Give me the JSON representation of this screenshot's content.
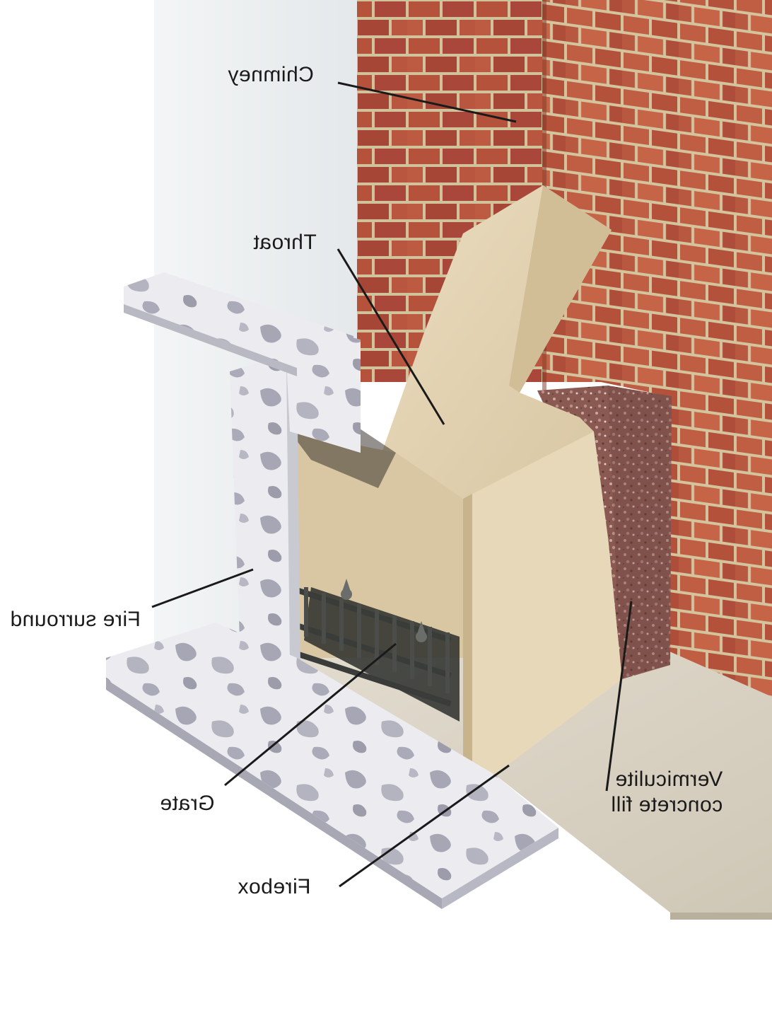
{
  "labels": {
    "chimney": "Chimney",
    "throat": "Throat",
    "fire_surround": "Fire surround",
    "grate": "Grate",
    "firebox": "Firebox",
    "vermiculite_line1": "Vermiculite",
    "vermiculite_line2": "concrete fill"
  },
  "colors": {
    "brick": "#b5523c",
    "mortar": "#d8c9a8",
    "plaster": "#e6d6b6",
    "marble": "#e9e9ee",
    "marble_vein": "#9a9aa8",
    "vermiculite": "#8a5a52",
    "floor": "#d9d2c3",
    "wall": "#eef1f3",
    "iron": "#3a3c3a",
    "leader": "#1a1a1a"
  }
}
